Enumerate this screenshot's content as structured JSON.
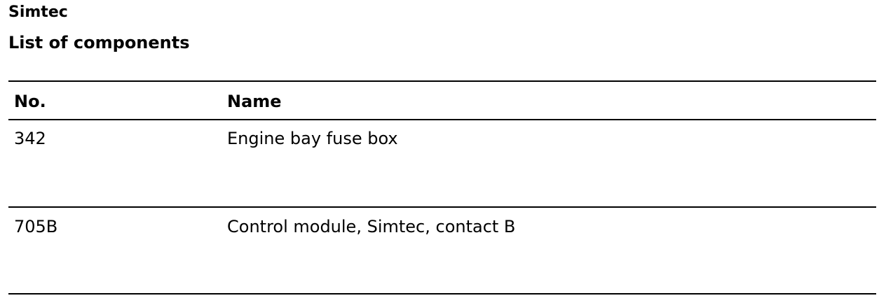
{
  "document": {
    "title": "Simtec",
    "subtitle": "List of components"
  },
  "table": {
    "headers": {
      "no": "No.",
      "name": "Name"
    },
    "rows": [
      {
        "no": "342",
        "name": "Engine bay fuse box"
      },
      {
        "no": "705B",
        "name": "Control module, Simtec, contact B"
      }
    ]
  }
}
